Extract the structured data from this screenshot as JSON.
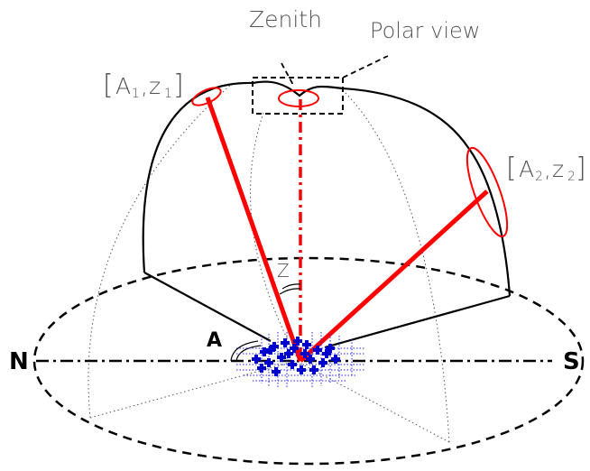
{
  "labels": {
    "zenith": "Zenith",
    "polar_view": "Polar view",
    "north": "N",
    "south": "S",
    "azimuth": "A",
    "zenith_angle": "Z",
    "point1": {
      "bracket_open": "[",
      "a": "A",
      "a_sub": "1",
      "sep": ",",
      "z": "z",
      "z_sub": "1",
      "bracket_close": "]"
    },
    "point2": {
      "bracket_open": "[",
      "a": "A",
      "a_sub": "2",
      "sep": ",",
      "z": "z",
      "z_sub": "2",
      "bracket_close": "]"
    }
  },
  "colors": {
    "outline": "#000000",
    "ray": "#ff0000",
    "receiver": "#0000cc",
    "text_gray": "#555555"
  }
}
